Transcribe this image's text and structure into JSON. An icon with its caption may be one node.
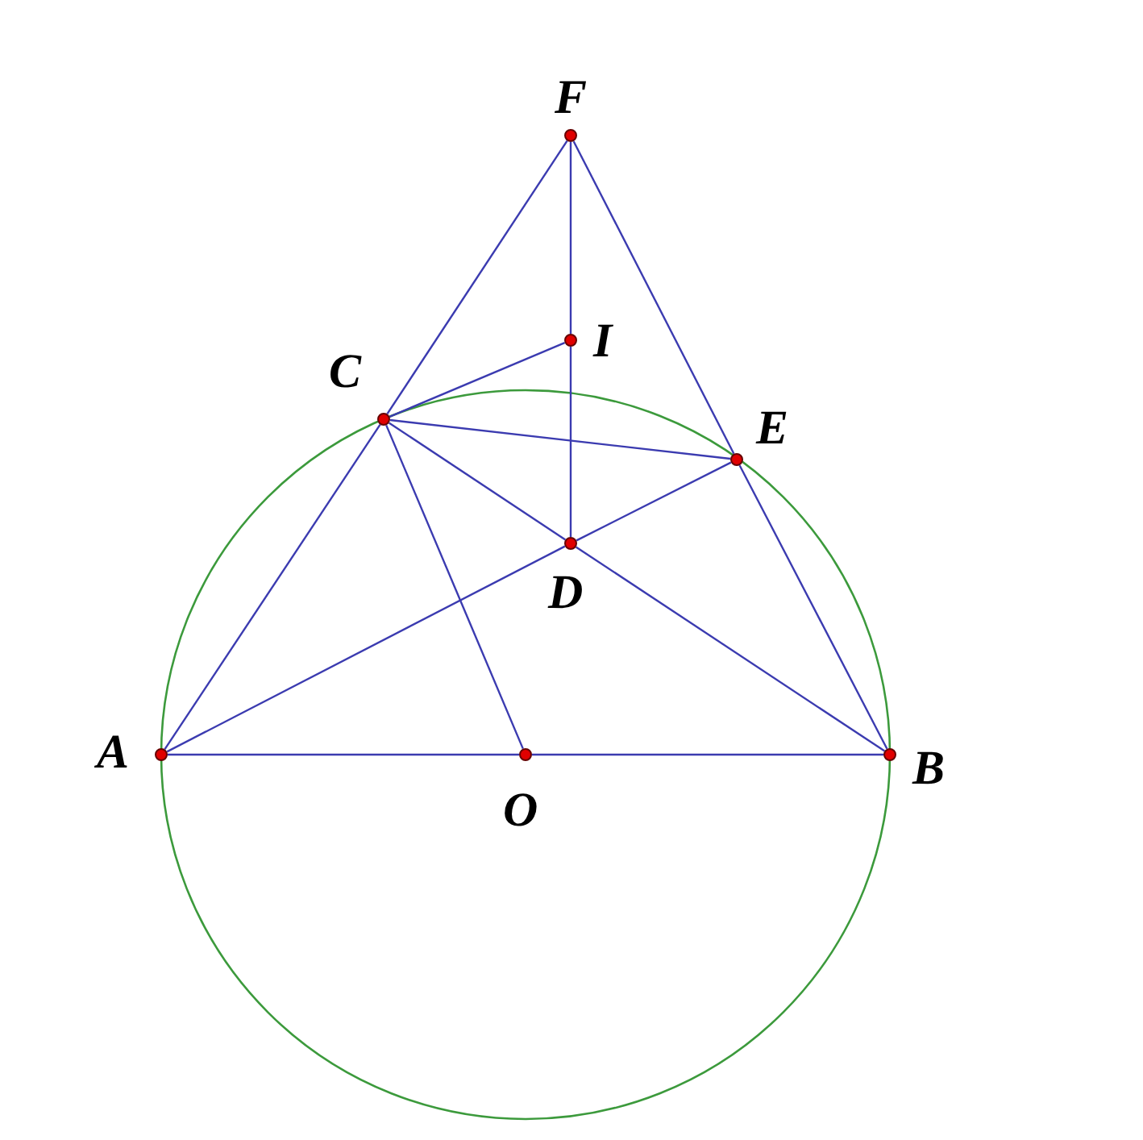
{
  "diagram": {
    "nodes": [
      {
        "text": [],
        "shape": "circle",
        "beside": [
          "F"
        ]
      },
      {
        "text": [],
        "shape": "circle",
        "beside": [
          "I"
        ]
      },
      {
        "text": [],
        "shape": "circle",
        "beside": [
          "C"
        ]
      },
      {
        "text": [],
        "shape": "circle",
        "beside": [
          "E"
        ]
      },
      {
        "text": [],
        "shape": "circle",
        "beside": [
          "D"
        ]
      },
      {
        "text": [],
        "shape": "circle",
        "beside": [
          "A"
        ]
      },
      {
        "text": [],
        "shape": "circle",
        "beside": [
          "O"
        ]
      },
      {
        "text": [],
        "shape": "circle",
        "beside": [
          "B"
        ]
      }
    ],
    "edges": [
      {
        "from": 0,
        "to": 2,
        "arrow": "none"
      },
      {
        "from": 2,
        "to": 5,
        "arrow": "none"
      },
      {
        "from": 0,
        "to": 1,
        "arrow": "none"
      },
      {
        "from": 1,
        "to": 4,
        "arrow": "none"
      },
      {
        "from": 0,
        "to": 3,
        "arrow": "none"
      },
      {
        "from": 3,
        "to": 7,
        "arrow": "none"
      },
      {
        "from": 2,
        "to": 1,
        "arrow": "none"
      },
      {
        "from": 2,
        "to": 3,
        "arrow": "none"
      },
      {
        "from": 2,
        "to": 4,
        "arrow": "none"
      },
      {
        "from": 4,
        "to": 7,
        "arrow": "none"
      },
      {
        "from": 5,
        "to": 4,
        "arrow": "none"
      },
      {
        "from": 4,
        "to": 3,
        "arrow": "none"
      },
      {
        "from": 2,
        "to": 6,
        "arrow": "none"
      },
      {
        "from": 5,
        "to": 6,
        "arrow": "none"
      },
      {
        "from": 6,
        "to": 7,
        "arrow": "none"
      }
    ]
  }
}
